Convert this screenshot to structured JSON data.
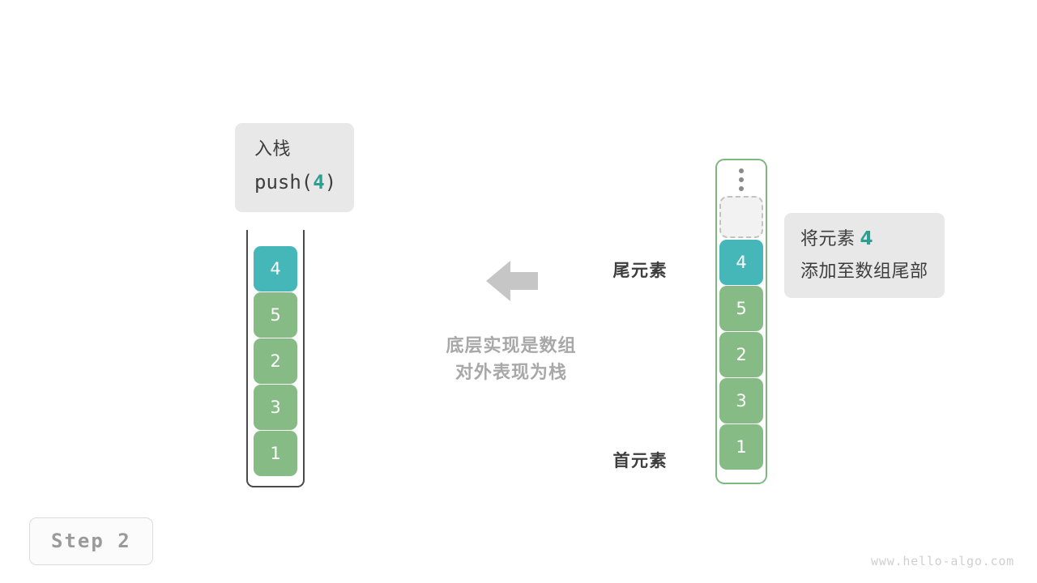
{
  "figure": {
    "step_badge": "Step 2",
    "watermark": "www.hello-algo.com",
    "center_note_line1": "底层实现是数组",
    "center_note_line2": "对外表现为栈",
    "arrow_direction": "left"
  },
  "push_callout": {
    "title": "入栈",
    "code_prefix": "push(",
    "code_value": "4",
    "code_suffix": ")"
  },
  "tail_callout": {
    "line1_text": "将元素",
    "line1_value": "4",
    "line2_text": "添加至数组尾部"
  },
  "labels": {
    "tail_element": "尾元素",
    "head_element": "首元素"
  },
  "colors": {
    "accent_teal": "#45b7b8",
    "element_green": "#86bb86",
    "array_border_green": "#7fb87f",
    "stack_wall_gray": "#4a4a4a",
    "callout_bg": "#e8e8e8",
    "note_gray": "#a8a8a8",
    "arrow_gray": "#c6c6c6",
    "empty_slot_bg": "#f2f2f2",
    "code_accent": "#2d9e8f"
  },
  "stack_view": {
    "name": "栈",
    "open_top": true,
    "cells": [
      {
        "value": "4",
        "color": "teal"
      },
      {
        "value": "5",
        "color": "green"
      },
      {
        "value": "2",
        "color": "green"
      },
      {
        "value": "3",
        "color": "green"
      },
      {
        "value": "1",
        "color": "green"
      }
    ]
  },
  "array_view": {
    "name": "数组",
    "has_overflow_dots": true,
    "empty_slot_count": 1,
    "cells": [
      {
        "value": "4",
        "color": "teal"
      },
      {
        "value": "5",
        "color": "green"
      },
      {
        "value": "2",
        "color": "green"
      },
      {
        "value": "3",
        "color": "green"
      },
      {
        "value": "1",
        "color": "green"
      }
    ]
  }
}
